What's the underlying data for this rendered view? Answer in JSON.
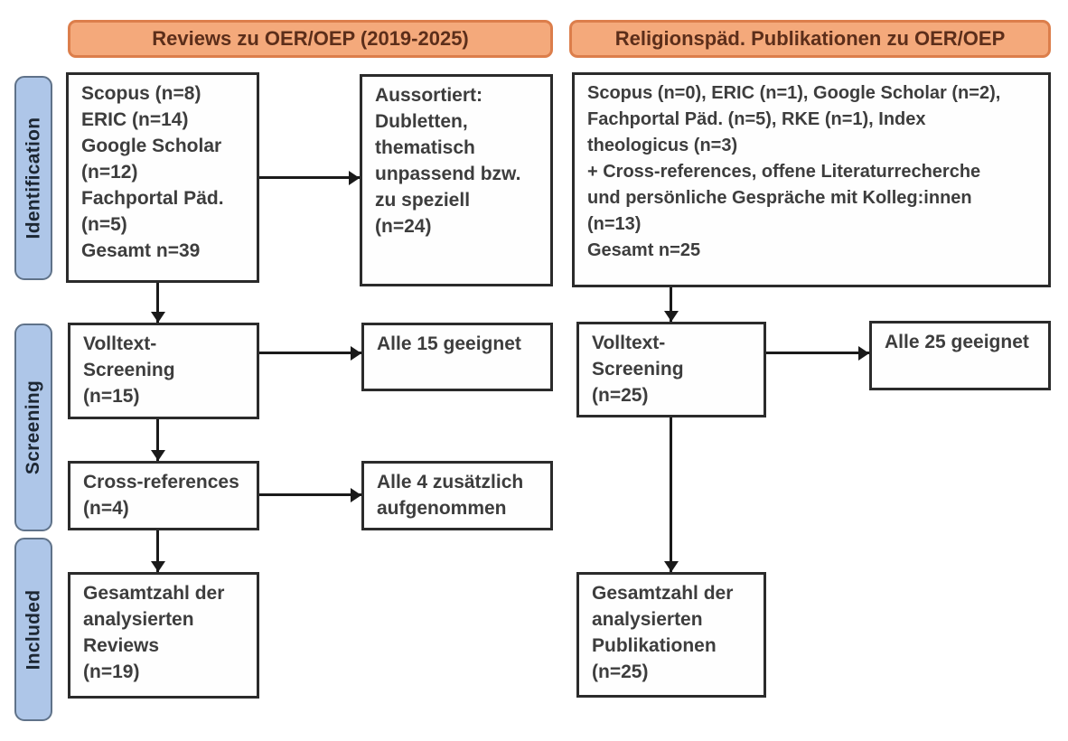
{
  "headers": {
    "left": "Reviews zu OER/OEP (2019-2025)",
    "right": "Religionspäd. Publikationen zu OER/OEP"
  },
  "stages": {
    "identification": "Identification",
    "screening": "Screening",
    "included": "Included"
  },
  "boxes": {
    "reviews_sources": "Scopus (n=8)\nERIC (n=14)\nGoogle Scholar\n(n=12)\nFachportal Päd.\n(n=5)\nGesamt n=39",
    "reviews_excluded": "Aussortiert:\nDubletten,\nthematisch\nunpassend bzw.\nzu speziell\n(n=24)",
    "religped_sources": "Scopus (n=0), ERIC (n=1), Google Scholar (n=2),\nFachportal Päd. (n=5), RKE (n=1), Index\ntheologicus (n=3)\n+ Cross-references, offene Literaturrecherche\nund persönliche Gespräche mit Kolleg:innen\n(n=13)\nGesamt n=25",
    "reviews_fulltext": "Volltext-\nScreening\n(n=15)",
    "reviews_fulltext_result": "Alle 15 geeignet",
    "religped_fulltext": "Volltext-\nScreening\n(n=25)",
    "religped_fulltext_result": "Alle 25 geeignet",
    "reviews_crossref": "Cross-references\n(n=4)",
    "reviews_crossref_result": "Alle 4 zusätzlich\naufgenommen",
    "reviews_total": "Gesamtzahl der\nanalysierten\nReviews\n(n=19)",
    "religped_total": "Gesamtzahl der\nanalysierten\nPublikationen\n(n=25)"
  },
  "colors": {
    "header_fill": "#F4A97B",
    "header_border": "#DC7E4B",
    "header_text": "#5C2E1A",
    "stage_fill": "#AEC6E8",
    "stage_border": "#5F7289",
    "stage_text": "#1D2733",
    "box_border": "#2B2B2B",
    "box_text": "#3D3D3D",
    "arrow": "#1A1A1A"
  }
}
